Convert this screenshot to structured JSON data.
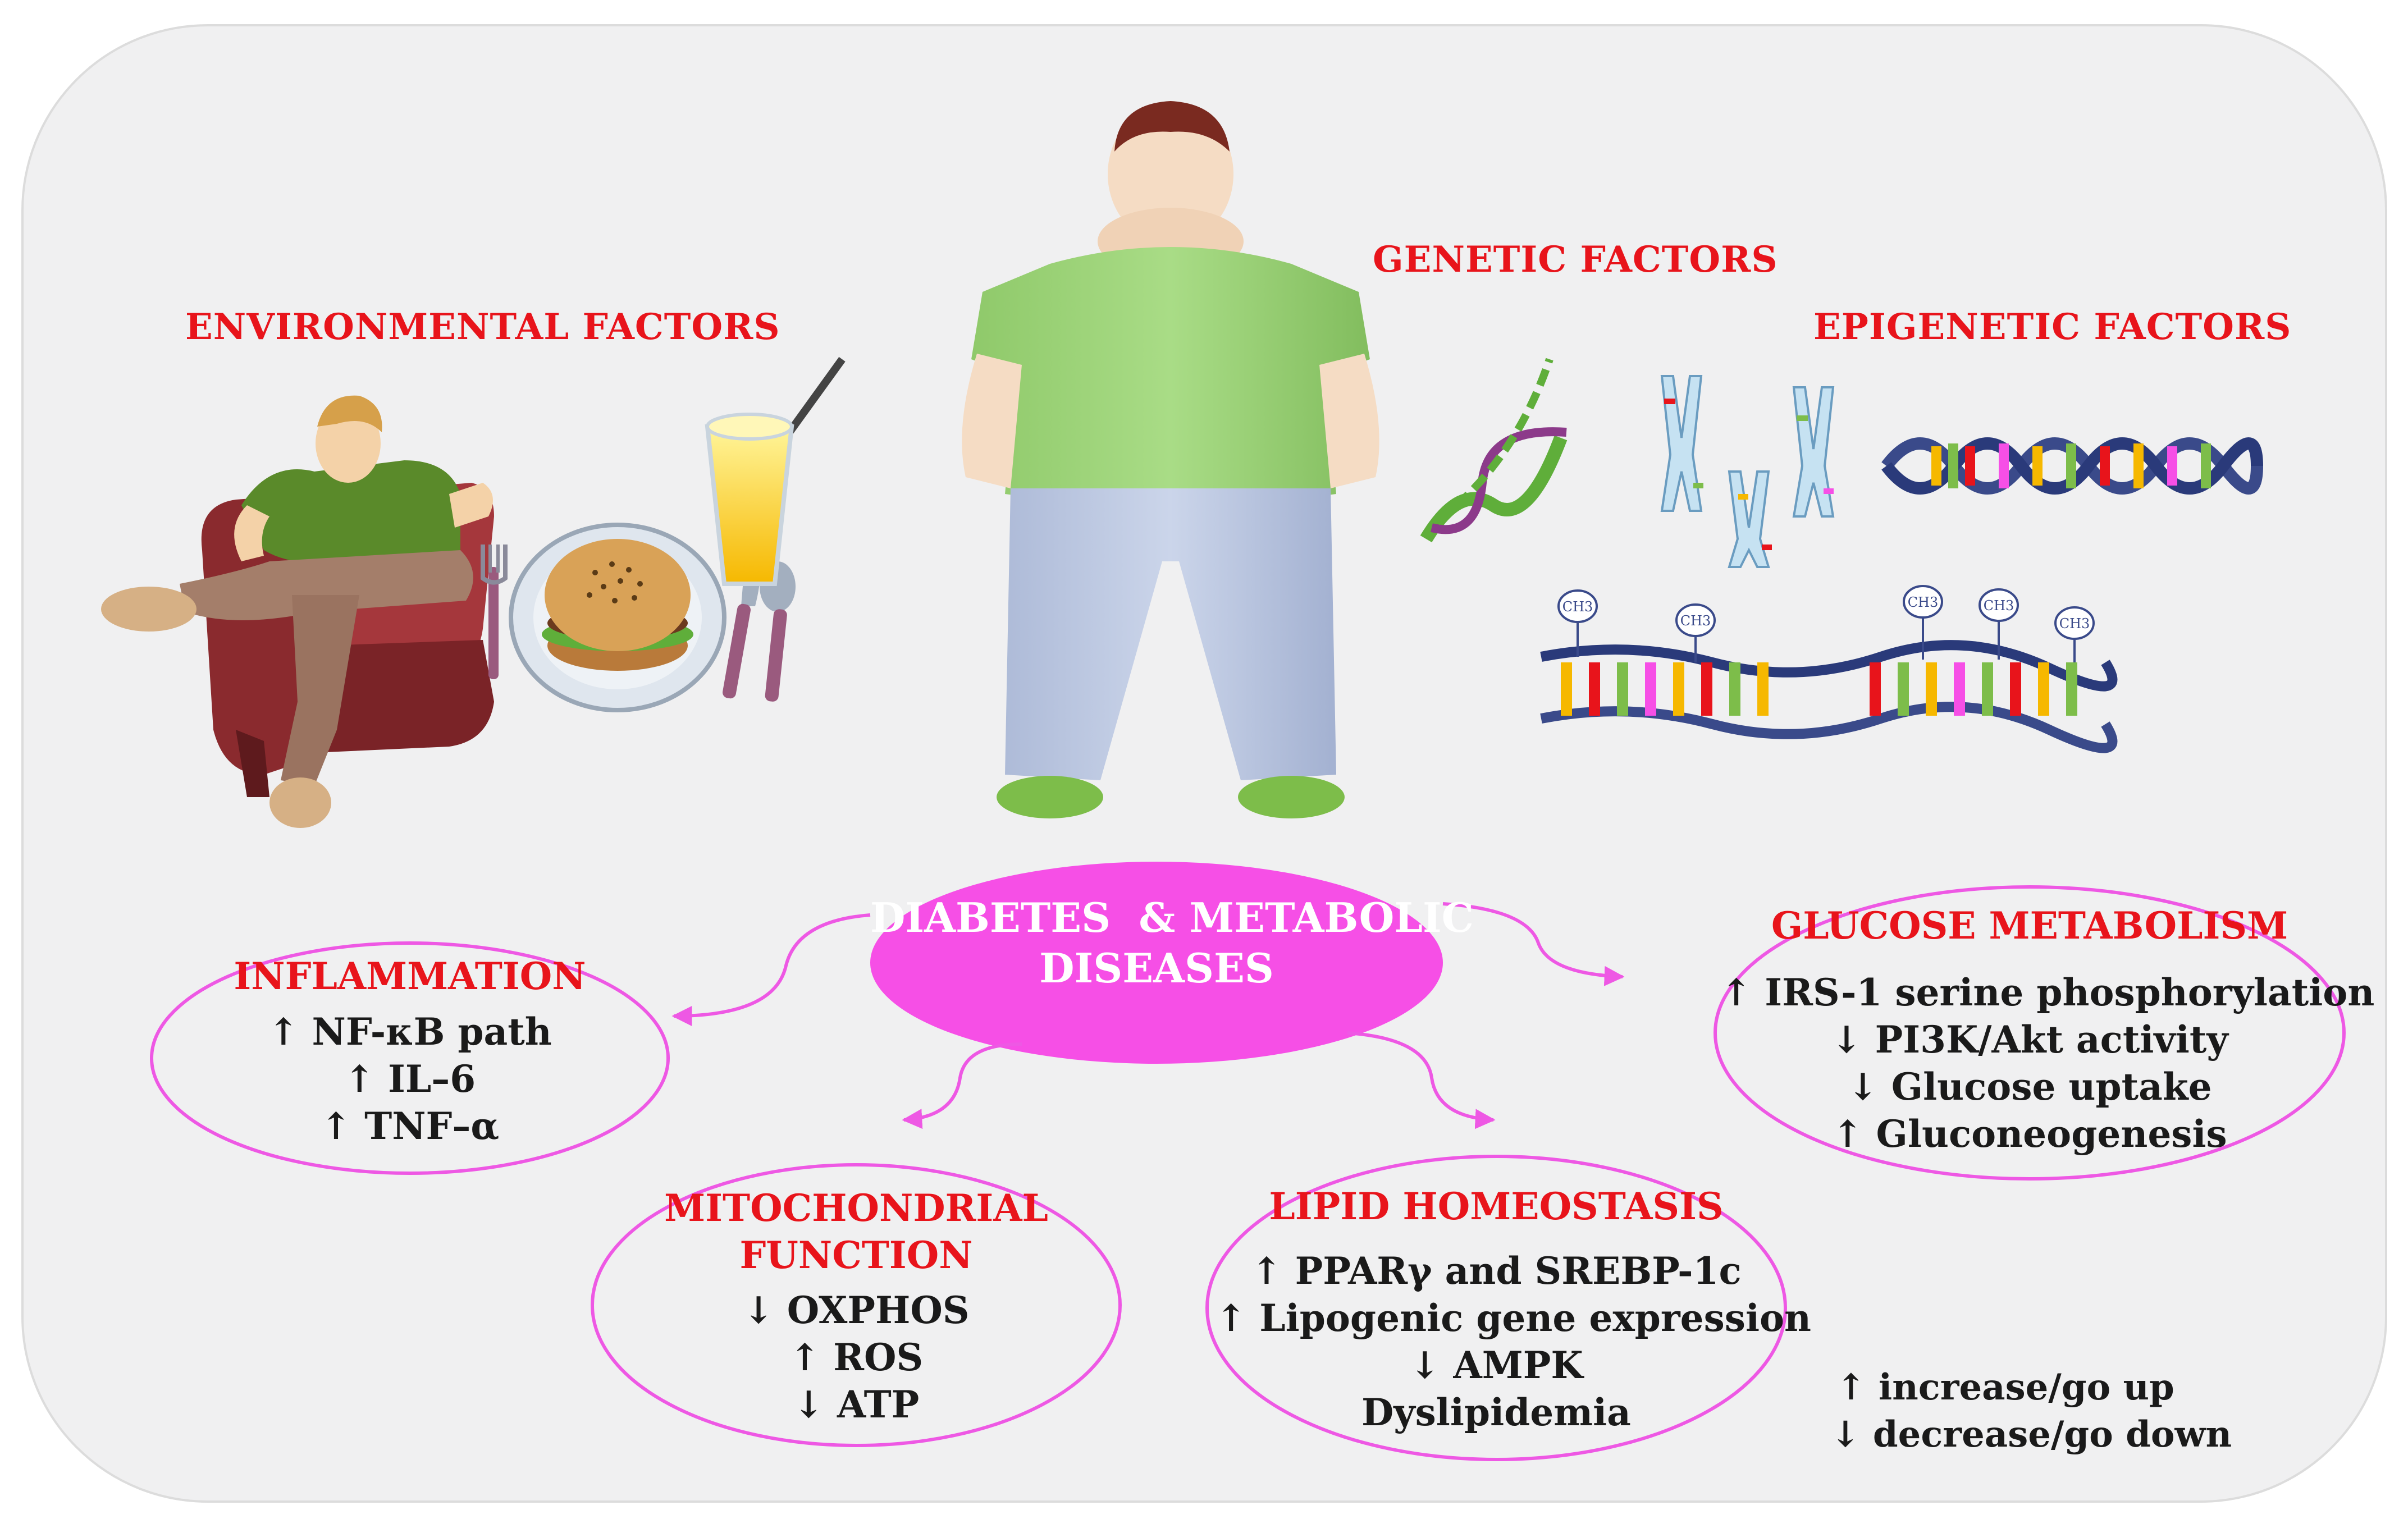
{
  "colors": {
    "panel_bg": "#f0f0f1",
    "panel_border": "#dcdcdc",
    "accent_red": "#e8141b",
    "magenta": "#f64fe6",
    "ellipse_stroke": "#ee58e4",
    "text_dark": "#1a1a1a"
  },
  "factors": {
    "environmental": "ENVIRONMENTAL FACTORS",
    "genetic": "GENETIC FACTORS",
    "epigenetic": "EPIGENETIC FACTORS"
  },
  "methyl_label": "CH3",
  "center": {
    "line1": "DIABETES  & METABOLIC",
    "line2": "DISEASES"
  },
  "inflammation": {
    "title": "INFLAMMATION",
    "items": [
      "↑ NF-κB path",
      "↑ IL–6",
      "↑ TNF–α"
    ]
  },
  "mitochondrial": {
    "title_line1": "MITOCHONDRIAL",
    "title_line2": "FUNCTION",
    "items": [
      "↓ OXPHOS",
      "↑ ROS",
      "↓ ATP"
    ]
  },
  "lipid": {
    "title": "LIPID HOMEOSTASIS",
    "items": [
      "↑ PPARγ and SREBP-1c",
      "↑ Lipogenic gene expression",
      "↓ AMPK",
      "Dyslipidemia"
    ]
  },
  "glucose": {
    "title": "GLUCOSE METABOLISM",
    "items": [
      "↑ IRS-1 serine phosphorylation",
      "↓ PI3K/Akt activity",
      "↓ Glucose uptake",
      "↑ Gluconeogenesis"
    ]
  },
  "legend": {
    "up": "↑ increase/go up",
    "down": "↓ decrease/go down"
  },
  "icons": [
    "sedentary-man-icon",
    "fork-icon",
    "burger-plate-icon",
    "knife-icon",
    "spoon-icon",
    "juice-glass-icon",
    "obese-person-icon",
    "dna-helix-icon",
    "chromosome-icon",
    "dna-strand-icon",
    "methylated-dna-icon"
  ]
}
